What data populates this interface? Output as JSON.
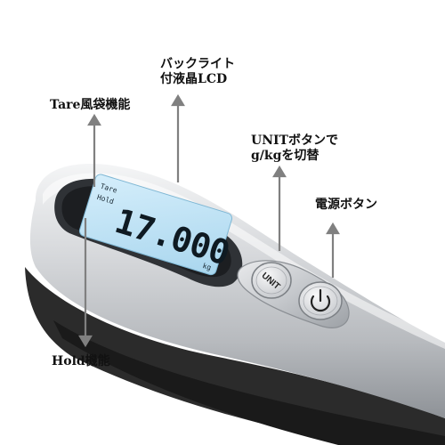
{
  "callouts": {
    "backlight_line1": "バックライト",
    "backlight_line2": "付液晶LCD",
    "tare": "Tare風袋機能",
    "unit_line1": "UNITボタンで",
    "unit_line2": "g/kgを切替",
    "power": "電源ボタン",
    "hold": "Hold機能"
  },
  "lcd": {
    "reading": "17.000",
    "indicator_tare": "Tare",
    "indicator_hold": "Hold",
    "unit": "kg"
  },
  "buttons": {
    "unit_label": "UNIT",
    "power_icon": "power-icon"
  },
  "colors": {
    "lcd_background": "#bfe4f5",
    "arrow": "#808080",
    "steel": "#c9ccd0"
  }
}
